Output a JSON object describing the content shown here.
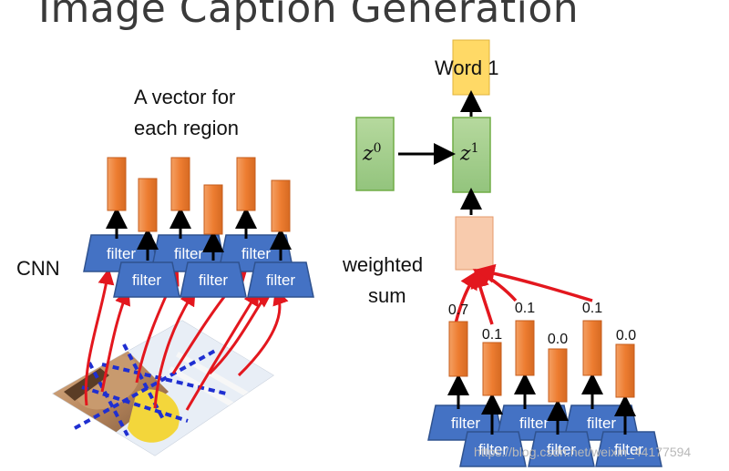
{
  "title": "Image Caption Generation",
  "left_labels": {
    "vector_line1": "A vector for",
    "vector_line2": "each region",
    "cnn": "CNN"
  },
  "right_labels": {
    "word": "Word 1",
    "z0_base": "z",
    "z0_sup": "0",
    "z1_base": "z",
    "z1_sup": "1",
    "weighted_line1": "weighted",
    "weighted_line2": "sum"
  },
  "filter_label": "filter",
  "weights": [
    "0.7",
    "0.1",
    "0.1",
    "0.0",
    "0.1",
    "0.0"
  ],
  "watermark": "https://blog.csdn.net/weixin_44177594",
  "colors": {
    "filter_fill": "#4472c4",
    "filter_stroke": "#2f528f",
    "vector_fill": "#ed7d31",
    "vector_fill_light": "#f4b183",
    "z_fill": "#a9d18e",
    "z_stroke": "#70ad47",
    "word_fill": "#ffd966",
    "weighted_fill": "#f8cbad",
    "red_arrow": "#e3171e",
    "grid_dash": "#1f2fd1"
  }
}
